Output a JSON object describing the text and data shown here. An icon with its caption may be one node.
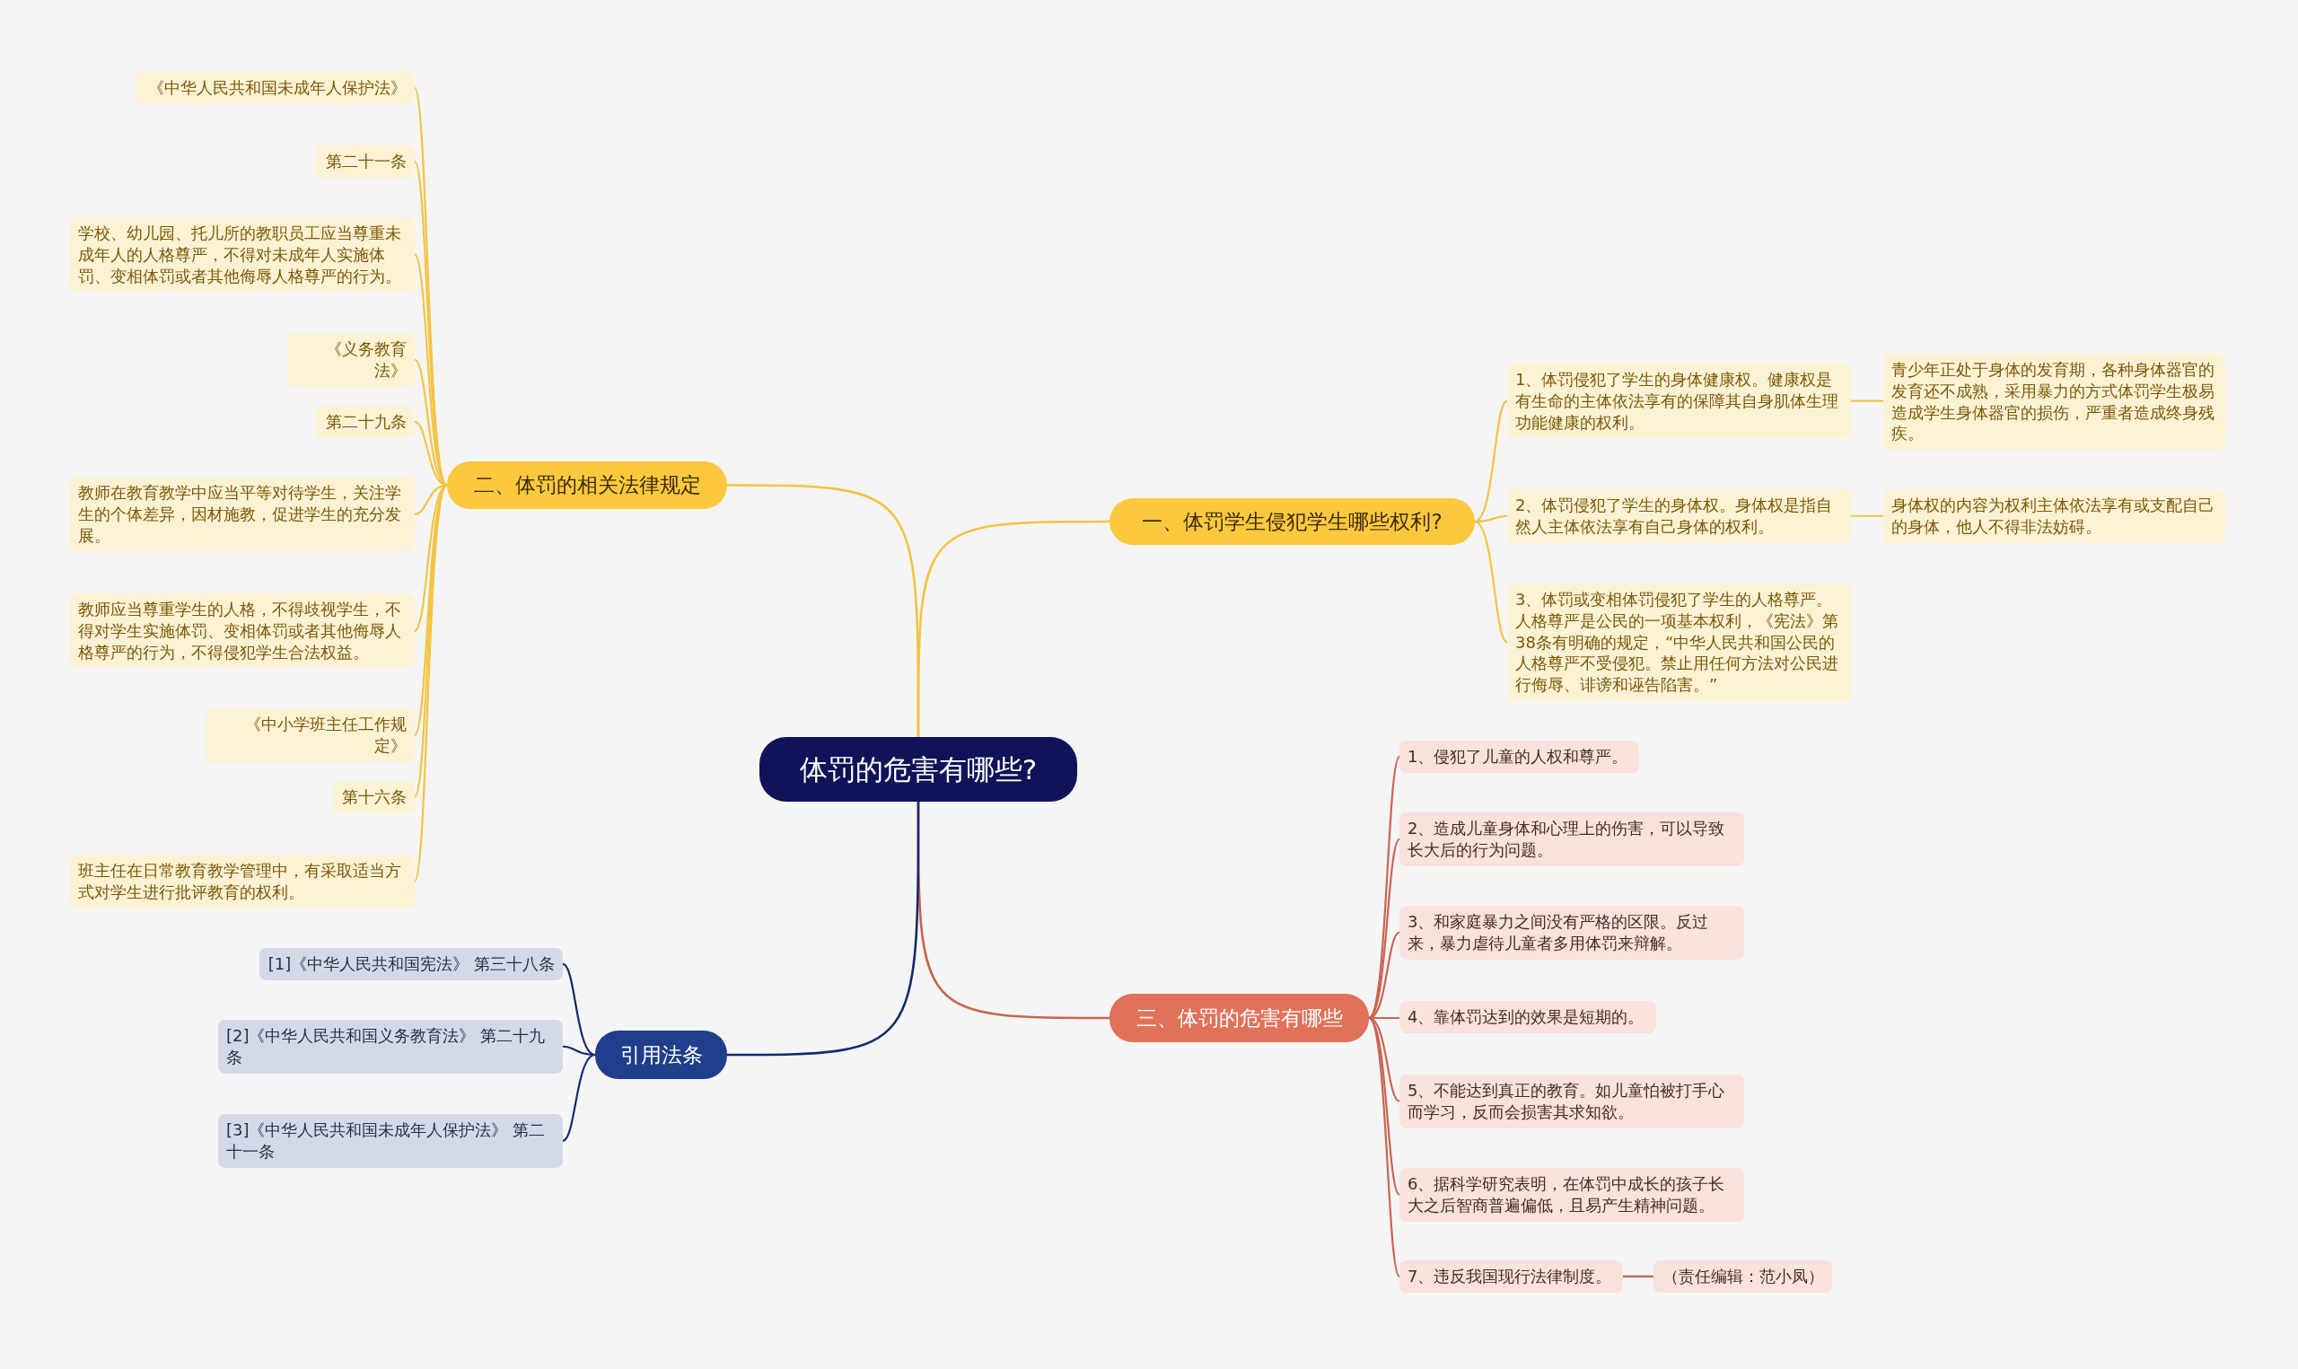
{
  "diagram": {
    "nodes": [
      {
        "text": [
          "体罚的危害有哪些?"
        ]
      },
      {
        "text": [
          "一、体罚学生侵犯学生哪些权利?"
        ]
      },
      {
        "text": [
          "1、体罚侵犯了学生的身体健康权。健康权是有生命的主体依法享有的保障其自身肌体生理功能健康的权利。"
        ]
      },
      {
        "text": [
          "2、体罚侵犯了学生的身体权。身体权是指自然人主体依法享有自己身体的权利。"
        ]
      },
      {
        "text": [
          "3、体罚或变相体罚侵犯了学生的人格尊严。人格尊严是公民的一项基本权利，《宪法》第38条有明确的规定，“中华人民共和国公民的人格尊严不受侵犯。禁止用任何方法对公民进行侮辱、诽谤和诬告陷害。”"
        ]
      },
      {
        "text": [
          "青少年正处于身体的发育期，各种身体器官的发育还不成熟，采用暴力的方式体罚学生极易造成学生身体器官的损伤，严重者造成终身残疾。"
        ]
      },
      {
        "text": [
          "身体权的内容为权利主体依法享有或支配自己的身体，他人不得非法妨碍。"
        ]
      },
      {
        "text": [
          "二、体罚的相关法律规定"
        ]
      },
      {
        "text": [
          "《中华人民共和国未成年人保护法》"
        ]
      },
      {
        "text": [
          "第二十一条"
        ]
      },
      {
        "text": [
          "学校、幼儿园、托儿所的教职员工应当尊重未成年人的人格尊严，不得对未成年人实施体罚、变相体罚或者其他侮辱人格尊严的行为。"
        ]
      },
      {
        "text": [
          "《义务教育法》"
        ]
      },
      {
        "text": [
          "第二十九条"
        ]
      },
      {
        "text": [
          "教师在教育教学中应当平等对待学生，关注学生的个体差异，因材施教，促进学生的充分发展。"
        ]
      },
      {
        "text": [
          "教师应当尊重学生的人格，不得歧视学生，不得对学生实施体罚、变相体罚或者其他侮辱人格尊严的行为，不得侵犯学生合法权益。"
        ]
      },
      {
        "text": [
          "《中小学班主任工作规定》"
        ]
      },
      {
        "text": [
          "第十六条"
        ]
      },
      {
        "text": [
          "班主任在日常教育教学管理中，有采取适当方式对学生进行批评教育的权利。"
        ]
      },
      {
        "text": [
          "三、体罚的危害有哪些"
        ]
      },
      {
        "text": [
          "1、侵犯了儿童的人权和尊严。"
        ]
      },
      {
        "text": [
          "2、造成儿童身体和心理上的伤害，可以导致长大后的行为问题。"
        ]
      },
      {
        "text": [
          "3、和家庭暴力之间没有严格的区限。反过来，暴力虐待儿童者多用体罚来辩解。"
        ]
      },
      {
        "text": [
          "4、靠体罚达到的效果是短期的。"
        ]
      },
      {
        "text": [
          "5、不能达到真正的教育。如儿童怕被打手心而学习，反而会损害其求知欲。"
        ]
      },
      {
        "text": [
          "6、据科学研究表明，在体罚中成长的孩子长大之后智商普遍偏低，且易产生精神问题。"
        ]
      },
      {
        "text": [
          "7、违反我国现行法律制度。"
        ]
      },
      {
        "text": [
          "（责任编辑：范小凤）"
        ]
      },
      {
        "text": [
          "引用法条"
        ]
      },
      {
        "text": [
          "[1]《中华人民共和国宪法》 第三十八条"
        ]
      },
      {
        "text": [
          "[2]《中华人民共和国义务教育法》 第二十九条"
        ]
      },
      {
        "text": [
          "[3]《中华人民共和国未成年人保护法》 第二十一条"
        ]
      }
    ],
    "edges": [
      {
        "from": 0,
        "to": 1,
        "arrow": "none"
      },
      {
        "from": 1,
        "to": 2,
        "arrow": "none"
      },
      {
        "from": 1,
        "to": 3,
        "arrow": "none"
      },
      {
        "from": 1,
        "to": 4,
        "arrow": "none"
      },
      {
        "from": 2,
        "to": 5,
        "arrow": "none"
      },
      {
        "from": 3,
        "to": 6,
        "arrow": "none"
      },
      {
        "from": 0,
        "to": 7,
        "arrow": "none"
      },
      {
        "from": 7,
        "to": 8,
        "arrow": "none"
      },
      {
        "from": 7,
        "to": 9,
        "arrow": "none"
      },
      {
        "from": 7,
        "to": 10,
        "arrow": "none"
      },
      {
        "from": 7,
        "to": 11,
        "arrow": "none"
      },
      {
        "from": 7,
        "to": 12,
        "arrow": "none"
      },
      {
        "from": 7,
        "to": 13,
        "arrow": "none"
      },
      {
        "from": 7,
        "to": 14,
        "arrow": "none"
      },
      {
        "from": 7,
        "to": 15,
        "arrow": "none"
      },
      {
        "from": 7,
        "to": 16,
        "arrow": "none"
      },
      {
        "from": 7,
        "to": 17,
        "arrow": "none"
      },
      {
        "from": 0,
        "to": 18,
        "arrow": "none",
        "color": "#c96450"
      },
      {
        "from": 18,
        "to": 19,
        "arrow": "none",
        "color": "#c96450"
      },
      {
        "from": 18,
        "to": 20,
        "arrow": "none",
        "color": "#c96450"
      },
      {
        "from": 18,
        "to": 21,
        "arrow": "none",
        "color": "#c96450"
      },
      {
        "from": 18,
        "to": 22,
        "arrow": "none",
        "color": "#c96450"
      },
      {
        "from": 18,
        "to": 23,
        "arrow": "none",
        "color": "#c96450"
      },
      {
        "from": 18,
        "to": 24,
        "arrow": "none",
        "color": "#c96450"
      },
      {
        "from": 18,
        "to": 25,
        "arrow": "none",
        "color": "#c96450"
      },
      {
        "from": 25,
        "to": 26,
        "arrow": "none",
        "color": "#c96450"
      },
      {
        "from": 0,
        "to": 27,
        "arrow": "none",
        "color": "#14296b"
      },
      {
        "from": 27,
        "to": 28,
        "arrow": "none",
        "color": "#14296b"
      },
      {
        "from": 27,
        "to": 29,
        "arrow": "none",
        "color": "#14296b"
      },
      {
        "from": 27,
        "to": 30,
        "arrow": "none",
        "color": "#14296b"
      }
    ]
  }
}
